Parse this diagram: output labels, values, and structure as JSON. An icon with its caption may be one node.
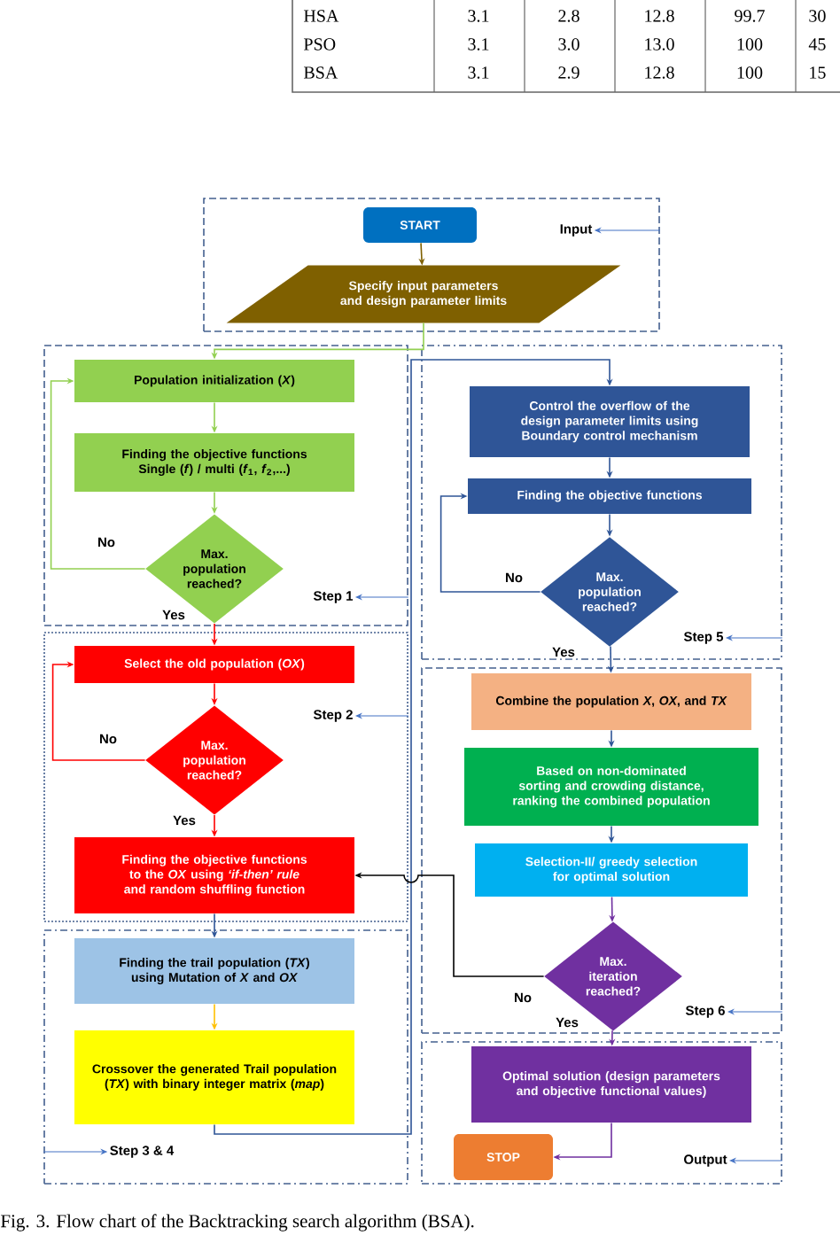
{
  "diagram": {
    "caption": "Fig. 3.   Flow chart of the Backtracking search algorithm (BSA).",
    "nodes": [
      {
        "text": [],
        "shape": "box"
      },
      {
        "text": [
          "Input"
        ],
        "in": 0
      },
      {
        "text": [
          "START"
        ],
        "in": 0
      },
      {
        "text": [
          "Specify input parameters and design parameter limits"
        ],
        "in": 0
      },
      {
        "text": [],
        "shape": "box"
      },
      {
        "text": [
          "Step 1"
        ],
        "in": 4
      },
      {
        "text": [
          "Population initialization (*X*)"
        ],
        "in": 4
      },
      {
        "text": [
          "Finding the objective functions Single (*f*) / multi (*f*$_{1}$, *f*$_{2}$,...)"
        ],
        "in": 4
      },
      {
        "text": [
          "Max. population reached?"
        ],
        "in": 4
      },
      {
        "text": [],
        "shape": "box"
      },
      {
        "text": [
          "Step 2"
        ],
        "in": 9
      },
      {
        "text": [
          "Select the old population (*OX*)"
        ],
        "in": 9
      },
      {
        "text": [
          "Max. population reached?"
        ],
        "in": 9
      },
      {
        "text": [
          "Finding the objective functions to the *OX* using *‘if-then’ rule* and random shuffling function"
        ],
        "in": 9
      },
      {
        "text": [],
        "shape": "box"
      },
      {
        "text": [
          "Step 3 & 4"
        ],
        "in": 14
      },
      {
        "text": [
          "Finding the trail population (*TX*) using Mutation of *X* and *OX*"
        ],
        "in": 14
      },
      {
        "text": [
          "Crossover the generated Trail population (*TX*) with binary integer matrix (*map*)"
        ],
        "in": 14
      },
      {
        "text": [],
        "shape": "box"
      },
      {
        "text": [
          "Step 5"
        ],
        "in": 18
      },
      {
        "text": [
          "Control the overflow of the design parameter limits using Boundary control mechanism"
        ],
        "in": 18
      },
      {
        "text": [
          "Finding the objective functions"
        ],
        "in": 18
      },
      {
        "text": [
          "Max. population reached?"
        ],
        "in": 18
      },
      {
        "text": [],
        "shape": "box"
      },
      {
        "text": [
          "Step 6"
        ],
        "in": 23
      },
      {
        "text": [
          "Combine the population *X*, *OX*, and *TX*"
        ],
        "in": 23
      },
      {
        "text": [
          "Based on non-dominated sorting and crowding distance, ranking the combined population"
        ],
        "in": 23
      },
      {
        "text": [
          "Selection-II/ greedy selection for optimal solution"
        ],
        "in": 23
      },
      {
        "text": [
          "Max. iteration reached?"
        ],
        "in": 23
      },
      {
        "text": [],
        "shape": "box"
      },
      {
        "text": [
          "Output"
        ],
        "in": 29
      },
      {
        "text": [
          "Optimal solution (design parameters and objective functional values)"
        ],
        "in": 29
      },
      {
        "text": [
          "STOP"
        ],
        "in": 29
      }
    ],
    "edges": [
      {
        "from": 2,
        "to": 3,
        "arrow": "to",
        "color": "#7f6000"
      },
      {
        "from": 3,
        "to": 6,
        "arrow": "to",
        "color": "#92d050"
      },
      {
        "from": 6,
        "to": 7,
        "arrow": "to",
        "color": "#92d050"
      },
      {
        "from": 7,
        "to": 8,
        "arrow": "to",
        "color": "#92d050"
      },
      {
        "from": 8,
        "to": 6,
        "arrow": "to",
        "label": "No",
        "color": "#92d050"
      },
      {
        "from": 8,
        "to": 11,
        "arrow": "to",
        "label": "Yes",
        "color": "#ff0000"
      },
      {
        "from": 11,
        "to": 12,
        "arrow": "to",
        "color": "#ff0000"
      },
      {
        "from": 12,
        "to": 11,
        "arrow": "to",
        "label": "No",
        "color": "#ff0000"
      },
      {
        "from": 12,
        "to": 13,
        "arrow": "to",
        "label": "Yes",
        "color": "#ff0000"
      },
      {
        "from": 13,
        "to": 16,
        "arrow": "to"
      },
      {
        "from": 16,
        "to": 17,
        "arrow": "to",
        "color": "#ffc000"
      },
      {
        "from": 17,
        "to": 20,
        "arrow": "to"
      },
      {
        "from": 20,
        "to": 21,
        "arrow": "to"
      },
      {
        "from": 21,
        "to": 22,
        "arrow": "to"
      },
      {
        "from": 22,
        "to": 21,
        "arrow": "to",
        "label": "No"
      },
      {
        "from": 22,
        "to": 25,
        "arrow": "to",
        "label": "Yes"
      },
      {
        "from": 25,
        "to": 26,
        "arrow": "to"
      },
      {
        "from": 26,
        "to": 27,
        "arrow": "to"
      },
      {
        "from": 27,
        "to": 28,
        "arrow": "to",
        "color": "#7030a0"
      },
      {
        "from": 28,
        "to": 13,
        "arrow": "to",
        "label": "No",
        "color": "#000000"
      },
      {
        "from": 28,
        "to": 31,
        "arrow": "to",
        "label": "Yes",
        "color": "#7030a0"
      },
      {
        "from": 31,
        "to": 32,
        "arrow": "to",
        "color": "#7030a0"
      },
      {
        "from": 0,
        "to": 1,
        "arrow": "to",
        "color": "#4472c4"
      },
      {
        "from": 4,
        "to": 5,
        "arrow": "to",
        "color": "#4472c4"
      },
      {
        "from": 9,
        "to": 10,
        "arrow": "to",
        "color": "#4472c4"
      },
      {
        "from": 14,
        "to": 15,
        "arrow": "to",
        "color": "#4472c4"
      },
      {
        "from": 18,
        "to": 19,
        "arrow": "to",
        "color": "#4472c4"
      },
      {
        "from": 23,
        "to": 24,
        "arrow": "to",
        "color": "#4472c4"
      },
      {
        "from": 29,
        "to": 30,
        "arrow": "to",
        "color": "#4472c4"
      }
    ],
    "labels": [
      "HSA",
      "3.1",
      "2.8",
      "12.8",
      "99.7",
      "30",
      "PSO",
      "3.1",
      "3.0",
      "13.0",
      "100",
      "45",
      "BSA",
      "3.1",
      "2.9",
      "12.8",
      "100",
      "15"
    ]
  }
}
